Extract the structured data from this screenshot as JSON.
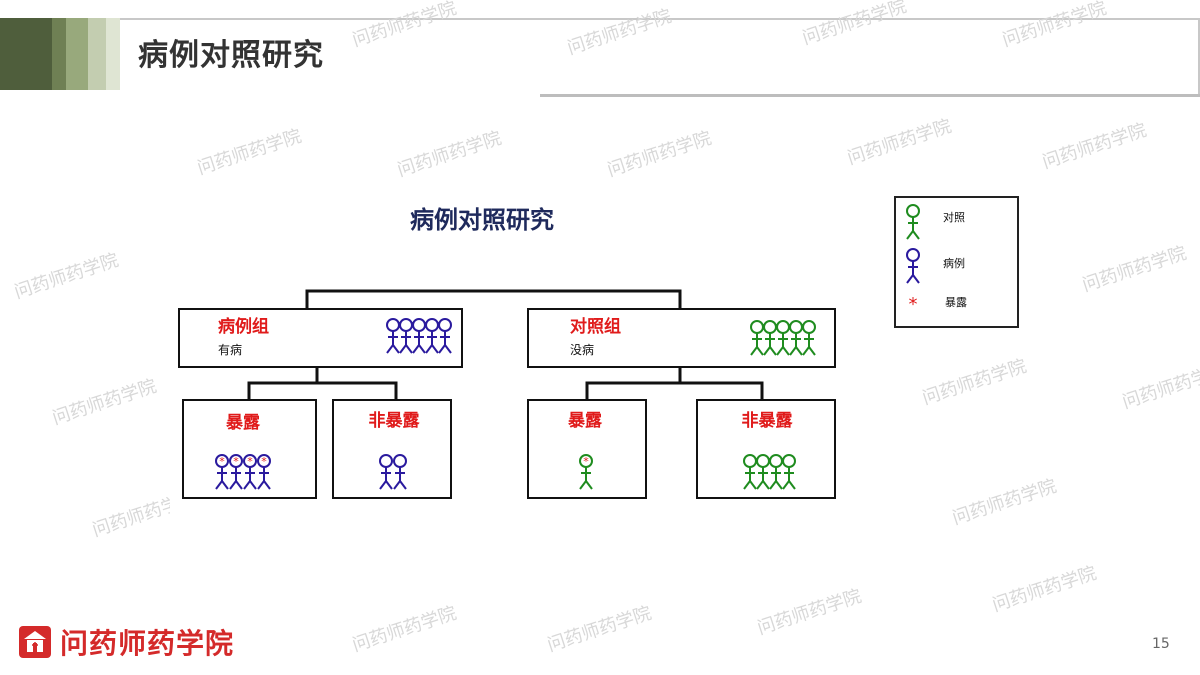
{
  "slide": {
    "title": "病例对照研究",
    "page_number": "15",
    "logo_text": "问药师药学院",
    "watermark_text": "问药师药学院"
  },
  "diagram": {
    "title": "病例对照研究",
    "case_group": {
      "title": "病例组",
      "subtitle": "有病"
    },
    "control_group": {
      "title": "对照组",
      "subtitle": "没病"
    },
    "case_exposed": "暴露",
    "case_unexposed": "非暴露",
    "control_exposed": "暴露",
    "control_unexposed": "非暴露"
  },
  "legend": {
    "control": "对照",
    "case": "病例",
    "exposure": "暴露"
  },
  "colors": {
    "case_figure": "#2a1a9e",
    "control_figure": "#1f8c1f",
    "exposure_star": "#e01b1b",
    "red_label": "#e01b1b",
    "diagram_title": "#1f2a5c",
    "header_dark": "#5a6b45",
    "header_mid": "#8fa36f",
    "header_light": "#c9d3b6"
  },
  "figure_counts": {
    "case_group": 5,
    "control_group": 5,
    "case_exposed": 4,
    "case_unexposed": 2,
    "control_exposed": 1,
    "control_unexposed": 4
  }
}
